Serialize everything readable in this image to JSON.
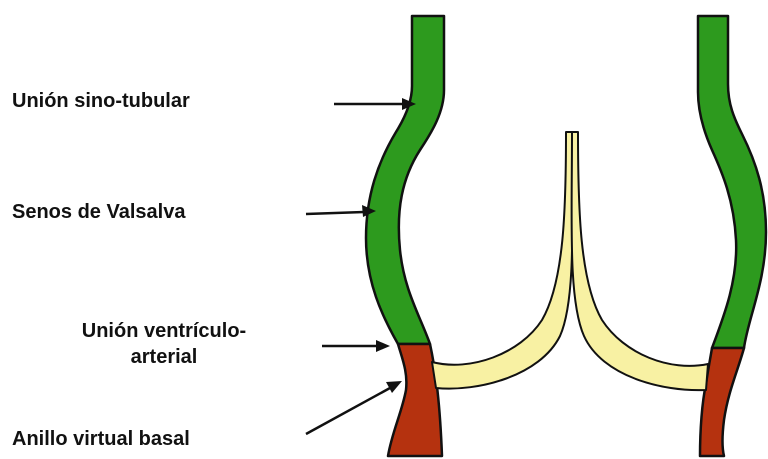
{
  "labels": {
    "sino_tubular": "Unión sino-tubular",
    "senos_valsalva": "Senos de Valsalva",
    "ventriculo_line1": "Unión ventrículo-",
    "ventriculo_line2": "arterial",
    "anillo_basal": "Anillo virtual basal"
  },
  "colors": {
    "aortic_wall": "#2d9a1e",
    "ventricle_muscle": "#b5320f",
    "leaflet": "#f8f1a3",
    "outline": "#111111",
    "arrow": "#111111"
  }
}
